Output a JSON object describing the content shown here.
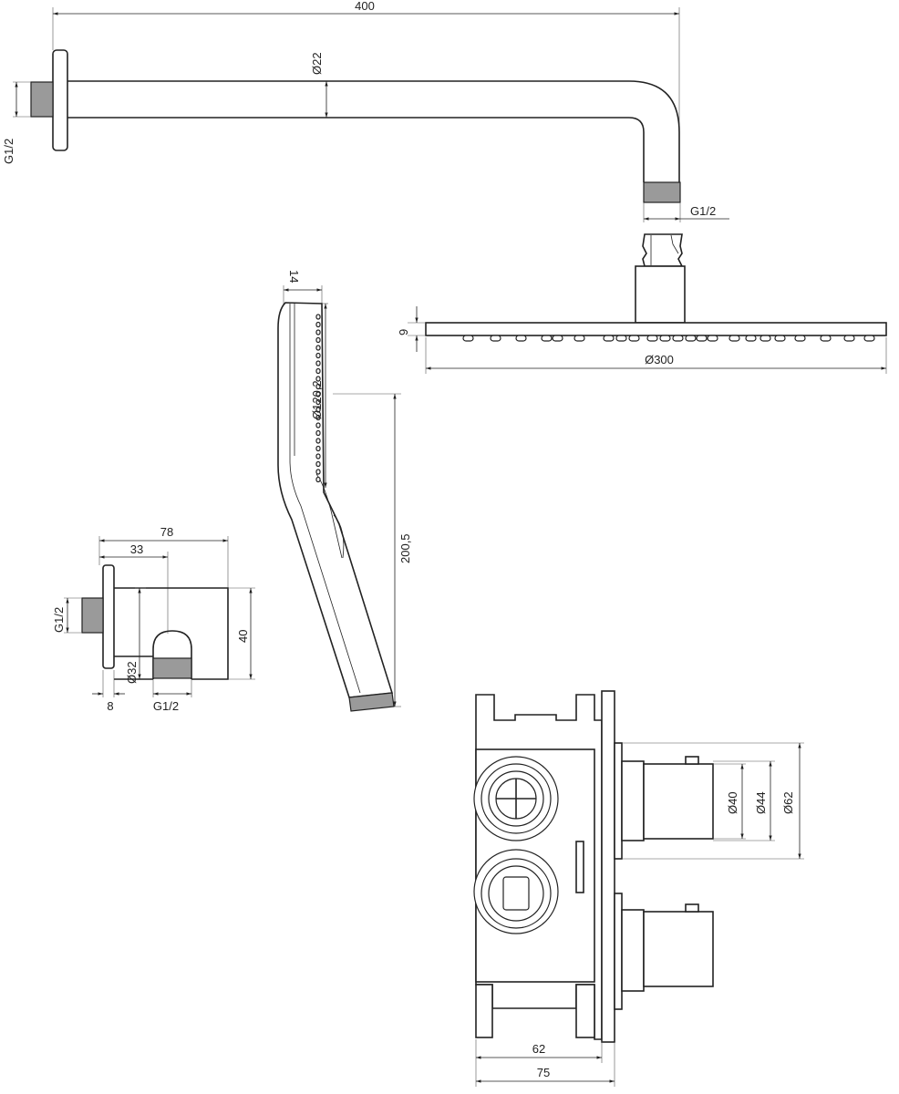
{
  "dimensions": {
    "arm_length": "400",
    "arm_diameter": "Ø22",
    "arm_wall_thread": "G1/2",
    "arm_outlet_thread": "G1/2",
    "head_thickness": "9",
    "head_diameter": "Ø300",
    "hand_width": "14",
    "hand_head_diameter": "Ø120,2",
    "hand_length": "200,5",
    "elbow_length": "78",
    "elbow_offset": "33",
    "elbow_height": "40",
    "elbow_thread_left": "G1/2",
    "elbow_outlet_diameter": "Ø32",
    "elbow_flange": "8",
    "elbow_thread_bottom": "G1/2",
    "valve_d40": "Ø40",
    "valve_d44": "Ø44",
    "valve_d62": "Ø62",
    "valve_depth_62": "62",
    "valve_depth_75": "75"
  },
  "colors": {
    "line": "#222222",
    "thread_fill": "#9a9a9a"
  }
}
